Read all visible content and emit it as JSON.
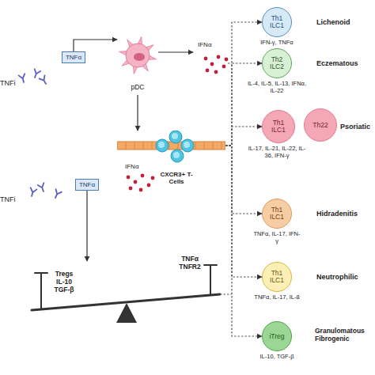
{
  "diagram": {
    "nodes": [
      {
        "text": [
          "TNFα"
        ]
      },
      {
        "text": [
          "pDC"
        ]
      },
      {
        "text": [
          "Th1 ILC1"
        ]
      },
      {
        "text": [
          "Th2 ILC2"
        ]
      },
      {
        "text": [
          "Th1 ILC1"
        ]
      },
      {
        "text": [
          "Th22"
        ]
      },
      {
        "text": [
          "CXCR3+ T-Cells"
        ]
      },
      {
        "text": [
          "TNFα"
        ]
      },
      {
        "text": [
          "Th1 ILC1"
        ]
      },
      {
        "text": [
          "Th1 ILC1"
        ]
      },
      {
        "text": [
          "iTreg"
        ]
      }
    ],
    "edges": [
      {
        "from": 0,
        "to": 1,
        "arrow": "to"
      },
      {
        "from": 1,
        "to": 6,
        "arrow": "to"
      },
      {
        "from": 6,
        "to": 2,
        "arrow": "to"
      },
      {
        "from": 6,
        "to": 3,
        "arrow": "to"
      },
      {
        "from": 6,
        "to": 4,
        "arrow": "to"
      },
      {
        "from": 6,
        "to": 8,
        "arrow": "to"
      },
      {
        "from": 6,
        "to": 9,
        "arrow": "to"
      },
      {
        "from": 6,
        "to": 10,
        "arrow": "to"
      }
    ],
    "labels": [
      "TNFi",
      "IFNα",
      "TNFi",
      "IFNα",
      "Tregs IL-10 TGF-β",
      "TNFα TNFR2",
      "IFN-γ, TNFα",
      "IL-4, IL-5, IL-13, IFNα, IL-22",
      "IL-17, IL-21, IL-22, IL-36, IFN-γ",
      "TNFα, IL-17, IFN-γ",
      "TNFα, IL-17, IL-8",
      "IL-10, TGF-β",
      "Lichenoid",
      "Eczematous",
      "Psoriatic",
      "Hidradenitis",
      "Neutrophilic",
      "Granulomatous Fibrogenic"
    ]
  }
}
